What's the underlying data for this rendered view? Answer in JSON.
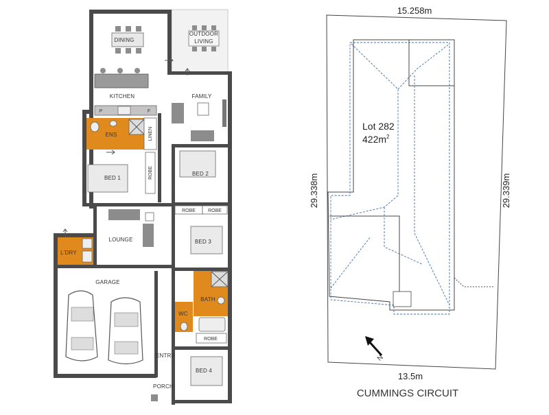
{
  "floor_plan": {
    "rooms": {
      "dining": "DINING",
      "outdoor_living_1": "OUTDOOR",
      "outdoor_living_2": "LIVING",
      "kitchen": "KITCHEN",
      "family": "FAMILY",
      "pantry": "P",
      "fridge": "F",
      "ensuite": "ENS",
      "linen": "LINEN",
      "bed1": "BED 1",
      "robe1": "ROBE",
      "bed2": "BED 2",
      "robe_a": "ROBE",
      "robe_b": "ROBE",
      "lounge": "LOUNGE",
      "bed3": "BED 3",
      "laundry": "L'DRY",
      "garage": "GARAGE",
      "bath": "BATH",
      "wc": "WC",
      "robe_c": "ROBE",
      "entry": "ENTRY",
      "bed4": "BED 4",
      "porch": "PORCH"
    },
    "colors": {
      "wet_areas": "#e08a1e",
      "walls": "#4a4a4a",
      "furniture": "#8c8c8c"
    }
  },
  "site_plan": {
    "dim_top": "15.258m",
    "dim_bottom": "13.5m",
    "dim_left": "29.338m",
    "dim_right": "29.339m",
    "lot_label": "Lot 282",
    "lot_area": "422m",
    "lot_area_sup": "2",
    "street": "CUMMINGS CIRCUIT",
    "north_label": "N",
    "colors": {
      "roof_outline": "#3e6fa8"
    }
  }
}
